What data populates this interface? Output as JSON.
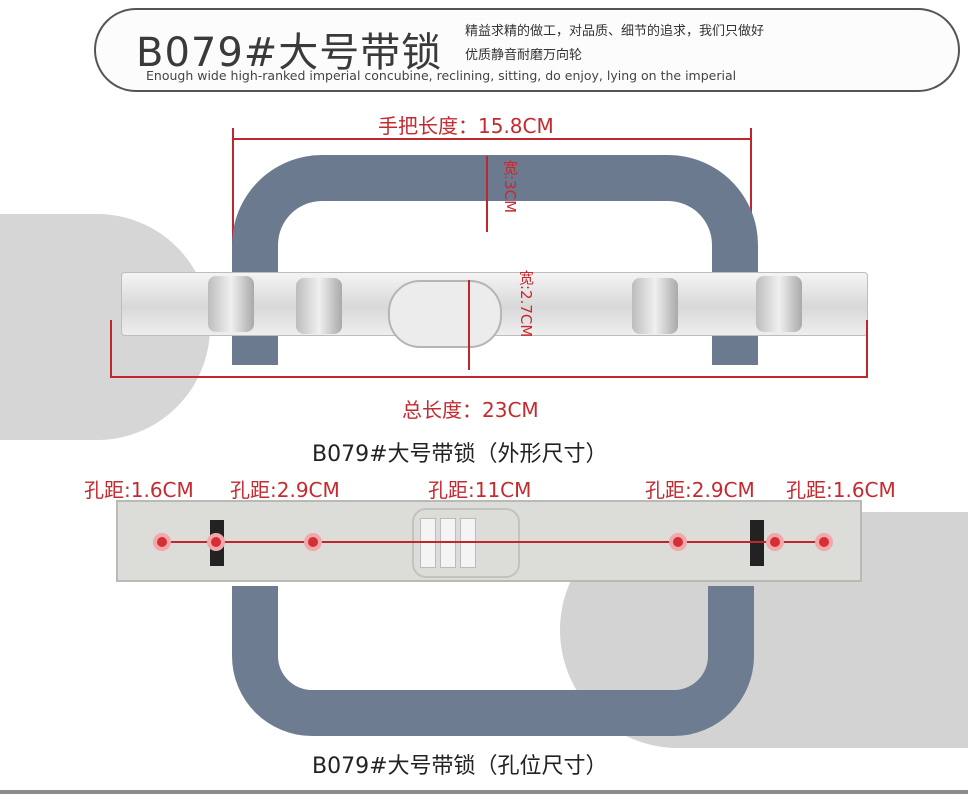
{
  "header": {
    "title": "B079#大号带锁",
    "tagline_cn_line1": "精益求精的做工，对品质、细节的追求，我们只做好",
    "tagline_cn_line2": "优质静音耐磨万向轮",
    "tagline_en": "Enough wide high-ranked imperial concubine, reclining, sitting, do enjoy, lying on the imperial"
  },
  "outer_dimensions": {
    "handle_length": "手把长度：15.8CM",
    "grip_width": "宽:3CM",
    "base_width": "宽:2.7CM",
    "total_length": "总长度：23CM",
    "caption": "B079#大号带锁（外形尺寸）"
  },
  "hole_positions": {
    "spacings": [
      "孔距:1.6CM",
      "孔距:2.9CM",
      "孔距:11CM",
      "孔距:2.9CM",
      "孔距:1.6CM"
    ],
    "caption": "B079#大号带锁（孔位尺寸）"
  },
  "colors": {
    "handle_grey_blue": "#6b7a8e",
    "measurement_red": "#c0262e",
    "background": "#ffffff"
  }
}
